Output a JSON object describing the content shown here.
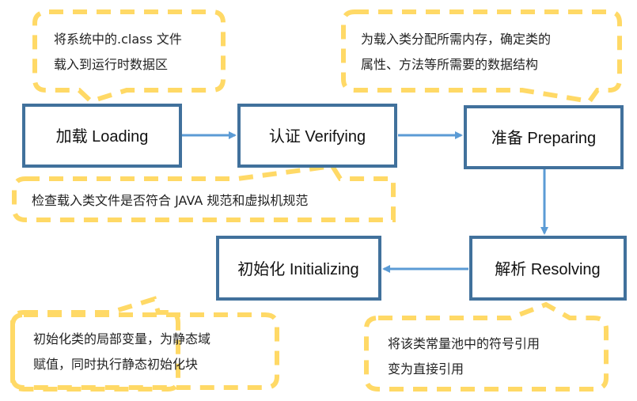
{
  "stages": [
    {
      "id": "loading",
      "label": "加载 Loading"
    },
    {
      "id": "verifying",
      "label": "认证 Verifying"
    },
    {
      "id": "preparing",
      "label": "准备 Preparing"
    },
    {
      "id": "resolving",
      "label": "解析 Resolving"
    },
    {
      "id": "initializing",
      "label": "初始化 Initializing"
    }
  ],
  "notes": {
    "loading": [
      "将系统中的.class 文件",
      "载入到运行时数据区"
    ],
    "preparing": [
      "为载入类分配所需内存，确定类的",
      "属性、方法等所需要的数据结构"
    ],
    "verifying": [
      "检查载入类文件是否符合 JAVA 规范和虚拟机规范"
    ],
    "initializing": [
      "初始化类的局部变量，为静态域",
      "赋值，同时执行静态初始化块"
    ],
    "resolving": [
      "将该类常量池中的符号引用",
      "变为直接引用"
    ]
  },
  "colors": {
    "box_border": "#41719c",
    "arrow": "#5b9bd5",
    "callout": "#ffd966"
  }
}
